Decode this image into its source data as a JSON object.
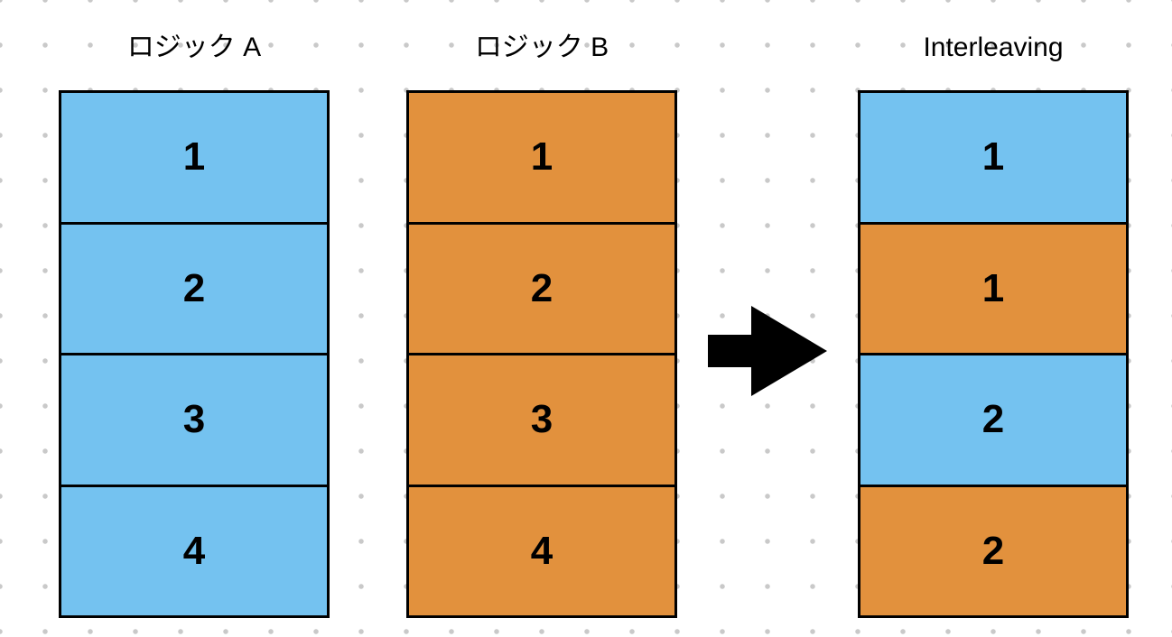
{
  "page": {
    "background_color": "#FFFFFF",
    "dot_grid_color": "#C9C9C9"
  },
  "diagram": {
    "border_color": "#000000",
    "blue": "#74C2F0",
    "orange": "#E2913D",
    "arrow": {
      "icon": "arrow-right",
      "color": "#000000"
    },
    "columns": [
      {
        "title": "ロジック A",
        "cells": [
          {
            "label": "1",
            "color": "#74C2F0"
          },
          {
            "label": "2",
            "color": "#74C2F0"
          },
          {
            "label": "3",
            "color": "#74C2F0"
          },
          {
            "label": "4",
            "color": "#74C2F0"
          }
        ]
      },
      {
        "title": "ロジック B",
        "cells": [
          {
            "label": "1",
            "color": "#E2913D"
          },
          {
            "label": "2",
            "color": "#E2913D"
          },
          {
            "label": "3",
            "color": "#E2913D"
          },
          {
            "label": "4",
            "color": "#E2913D"
          }
        ]
      },
      {
        "title": "Interleaving",
        "cells": [
          {
            "label": "1",
            "color": "#74C2F0"
          },
          {
            "label": "1",
            "color": "#E2913D"
          },
          {
            "label": "2",
            "color": "#74C2F0"
          },
          {
            "label": "2",
            "color": "#E2913D"
          }
        ]
      }
    ]
  }
}
